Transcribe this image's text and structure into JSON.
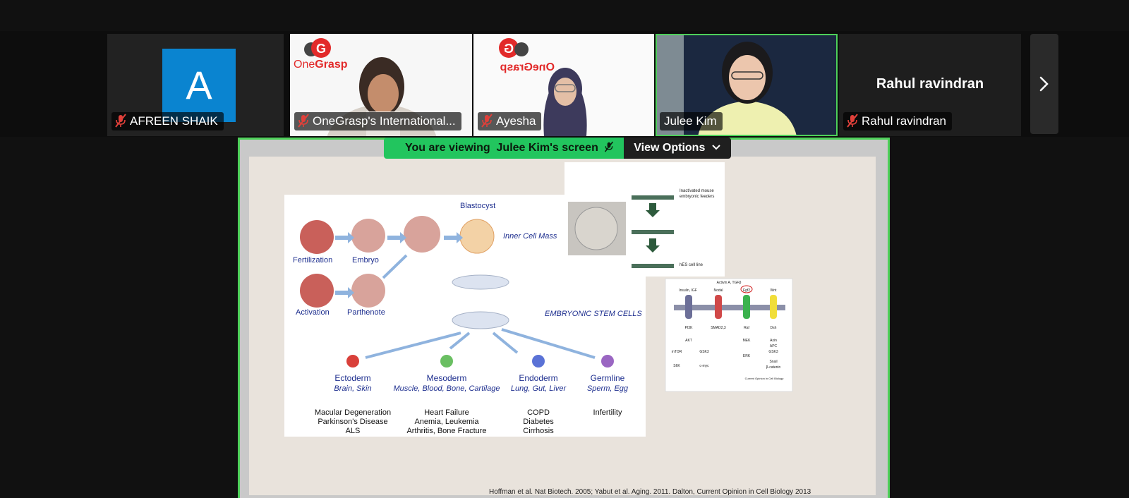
{
  "participants": [
    {
      "name": "AFREEN SHAIK",
      "avatar_letter": "A",
      "muted": true
    },
    {
      "name": "OneGrasp's International...",
      "muted": true
    },
    {
      "name": "Ayesha",
      "muted": true
    },
    {
      "name": "Julee Kim",
      "muted": false,
      "active": true
    },
    {
      "name": "Rahul ravindran",
      "display_name": "Rahul ravindran",
      "muted": true
    }
  ],
  "logo_text": {
    "one": "One",
    "grasp": "Grasp",
    "mirrored": "OneGrasp"
  },
  "share_banner": {
    "viewing_prefix": "You are viewing",
    "sharer": "Julee Kim's screen",
    "view_options": "View Options"
  },
  "slide": {
    "stages": {
      "fertilization": "Fertilization",
      "embryo": "Embryo",
      "activation": "Activation",
      "parthenote": "Parthenote",
      "blastocyst": "Blastocyst",
      "inner_cell_mass": "Inner Cell Mass",
      "esc": "EMBRYONIC STEM CELLS"
    },
    "lineages": [
      {
        "name": "Ectoderm",
        "tissues": "Brain, Skin",
        "diseases": [
          "Macular Degeneration",
          "Parkinson's Disease",
          "ALS"
        ]
      },
      {
        "name": "Mesoderm",
        "tissues": "Muscle, Blood, Bone, Cartilage",
        "diseases": [
          "Heart Failure",
          "Anemia, Leukemia",
          "Arthritis, Bone Fracture"
        ]
      },
      {
        "name": "Endoderm",
        "tissues": "Lung, Gut, Liver",
        "diseases": [
          "COPD",
          "Diabetes",
          "Cirrhosis"
        ]
      },
      {
        "name": "Germline",
        "tissues": "Sperm, Egg",
        "diseases": [
          "Infertility"
        ]
      }
    ],
    "feeder": {
      "label1": "Inactivated mouse",
      "label2": "embryonic feeders",
      "hes": "hES cell line"
    },
    "pathway": {
      "top": "Activin A, TGFβ",
      "receptors": [
        "Insulin, IGF",
        "Nodal",
        "Fgf2",
        "Wnt"
      ],
      "nodes": [
        "PI3K",
        "SMAD2,3",
        "Raf",
        "Dsh",
        "AKT",
        "MEK",
        "Axin",
        "APC",
        "GSK3",
        "mTOR",
        "GSK3",
        "ERK",
        "S6K",
        "c-myc",
        "Snail",
        "β-catenin"
      ],
      "source": "Current Opinion in Cell Biology"
    },
    "citation": "Hoffman et al. Nat Biotech. 2005;  Yabut et al. Aging. 2011. Dalton, Current Opinion in Cell Biology 2013"
  },
  "colors": {
    "active_border": "#4ed05a",
    "banner_green": "#22c55e",
    "avatar_blue": "#0a84d0",
    "slide_text_blue": "#1e2f8f"
  }
}
